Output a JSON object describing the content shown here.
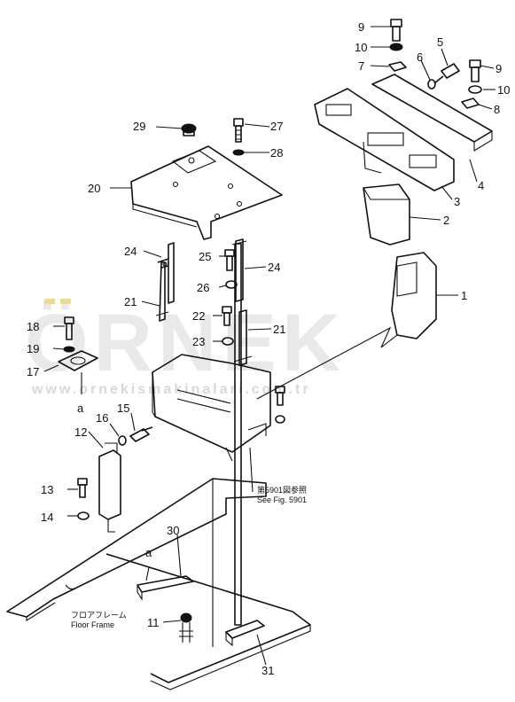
{
  "watermark": {
    "logo_text": "ÖRNEK",
    "url_text": "www.ornekismakinalari.com.tr",
    "accent_color": "#f0c419"
  },
  "callouts": [
    {
      "id": "c1",
      "text": "1"
    },
    {
      "id": "c2",
      "text": "2"
    },
    {
      "id": "c3",
      "text": "3"
    },
    {
      "id": "c4",
      "text": "4"
    },
    {
      "id": "c5",
      "text": "5"
    },
    {
      "id": "c6",
      "text": "6"
    },
    {
      "id": "c7",
      "text": "7"
    },
    {
      "id": "c8",
      "text": "8"
    },
    {
      "id": "c9a",
      "text": "9"
    },
    {
      "id": "c9b",
      "text": "9"
    },
    {
      "id": "c10a",
      "text": "10"
    },
    {
      "id": "c10b",
      "text": "10"
    },
    {
      "id": "c11",
      "text": "11"
    },
    {
      "id": "c12",
      "text": "12"
    },
    {
      "id": "c13",
      "text": "13"
    },
    {
      "id": "c14",
      "text": "14"
    },
    {
      "id": "c15",
      "text": "15"
    },
    {
      "id": "c16",
      "text": "16"
    },
    {
      "id": "c17",
      "text": "17"
    },
    {
      "id": "c18",
      "text": "18"
    },
    {
      "id": "c19",
      "text": "19"
    },
    {
      "id": "c20",
      "text": "20"
    },
    {
      "id": "c21a",
      "text": "21"
    },
    {
      "id": "c21b",
      "text": "21"
    },
    {
      "id": "c22",
      "text": "22"
    },
    {
      "id": "c23",
      "text": "23"
    },
    {
      "id": "c24a",
      "text": "24"
    },
    {
      "id": "c24b",
      "text": "24"
    },
    {
      "id": "c25",
      "text": "25"
    },
    {
      "id": "c26",
      "text": "26"
    },
    {
      "id": "c27",
      "text": "27"
    },
    {
      "id": "c28",
      "text": "28"
    },
    {
      "id": "c29",
      "text": "29"
    },
    {
      "id": "c30",
      "text": "30"
    },
    {
      "id": "c31",
      "text": "31"
    }
  ],
  "refs": {
    "a_upper": "a",
    "a_lower": "a"
  },
  "notes": {
    "see_fig_jp": "第5901図参照",
    "see_fig_en": "See Fig. 5901",
    "floor_frame_jp": "フロアフレーム",
    "floor_frame_en": "Floor Frame"
  }
}
